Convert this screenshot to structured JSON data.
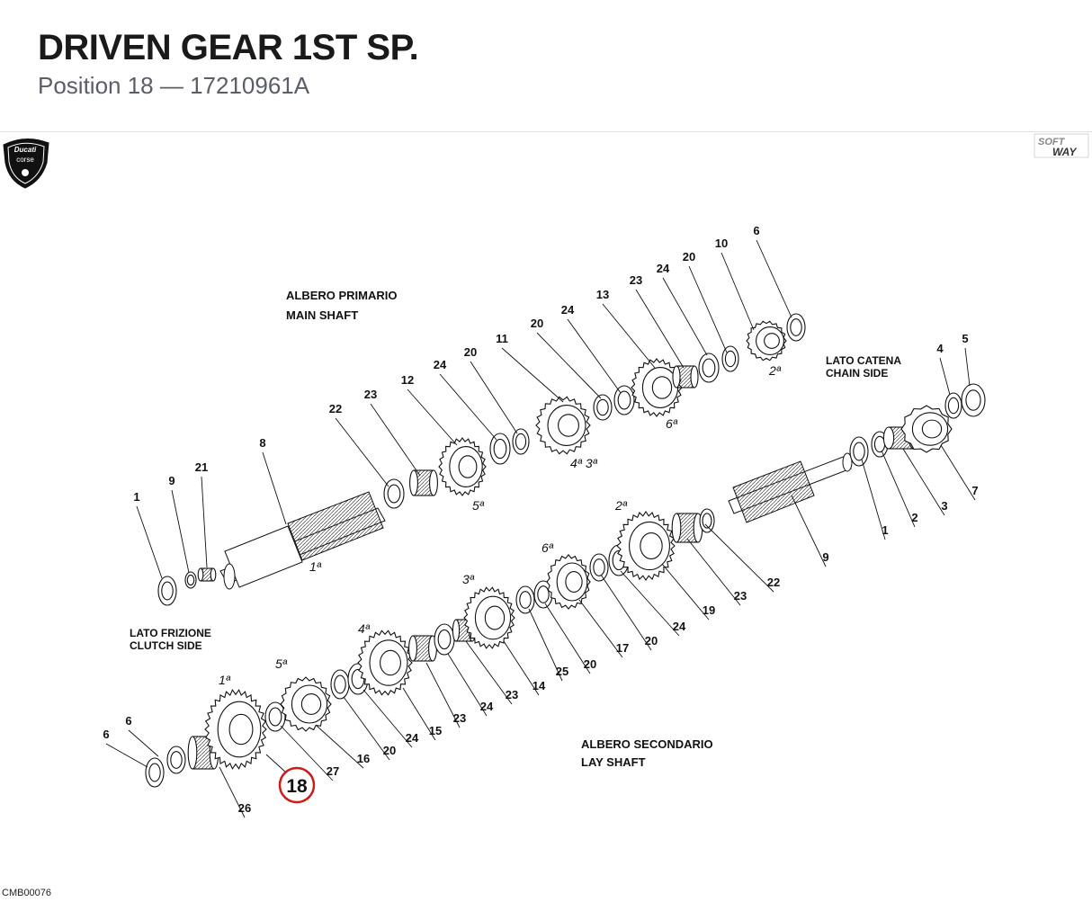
{
  "header": {
    "title": "DRIVEN GEAR 1ST SP.",
    "subtitle": "Position 18 — 17210961A"
  },
  "logos": {
    "left": {
      "name": "ducati-corse-logo",
      "lines": [
        "Ducati",
        "corse"
      ]
    },
    "right": {
      "name": "softway-logo",
      "lines": [
        "SOFT",
        "WAY"
      ]
    }
  },
  "diagram": {
    "main_shaft_label": [
      "ALBERO PRIMARIO",
      "MAIN SHAFT"
    ],
    "lay_shaft_label": [
      "ALBERO SECONDARIO",
      "LAY SHAFT"
    ],
    "chain_side_label": [
      "LATO CATENA",
      "CHAIN SIDE"
    ],
    "clutch_side_label": [
      "LATO FRIZIONE",
      "CLUTCH SIDE"
    ],
    "gear_marks": [
      "1ª",
      "5ª",
      "4ª 3ª",
      "6ª",
      "2ª",
      "2ª",
      "6ª",
      "3ª",
      "4ª",
      "5ª",
      "1ª"
    ],
    "callouts": [
      "6",
      "10",
      "20",
      "24",
      "23",
      "13",
      "24",
      "20",
      "11",
      "20",
      "24",
      "12",
      "23",
      "22",
      "8",
      "21",
      "9",
      "1",
      "4",
      "5",
      "7",
      "3",
      "2",
      "1",
      "9",
      "22",
      "23",
      "19",
      "24",
      "20",
      "17",
      "20",
      "25",
      "14",
      "23",
      "24",
      "23",
      "15",
      "24",
      "20",
      "16",
      "27",
      "26",
      "6",
      "6"
    ],
    "highlight": {
      "position": "18",
      "color": "#d11a1a"
    }
  },
  "footer": {
    "code": "CMB00076"
  }
}
